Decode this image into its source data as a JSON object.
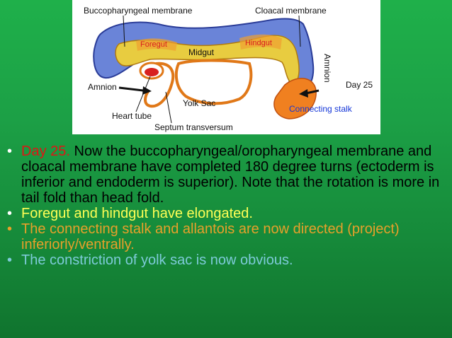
{
  "figure": {
    "labels": {
      "buccopharyngeal": "Buccopharyngeal membrane",
      "cloacal": "Cloacal membrane",
      "foregut": "Foregut",
      "midgut": "Midgut",
      "hindgut": "Hindgut",
      "amnion_left": "Amnion",
      "amnion_right": "Amnion",
      "day": "Day 25",
      "yolk_sac": "Yolk Sac",
      "heart_tube": "Heart tube",
      "connecting_stalk": "Connecting stalk",
      "septum": "Septum transversum"
    }
  },
  "bullets": {
    "b1": {
      "dot": "•",
      "lead": "Day 25.",
      "text": " Now the buccopharyngeal/oropharyngeal membrane and cloacal membrane have completed 180 degree turns (ectoderm is inferior and endoderm is superior). Note that the rotation is more in tail fold than head fold."
    },
    "b2": {
      "dot": "•",
      "text": "Foregut and hindgut have elongated."
    },
    "b3": {
      "dot": "•",
      "text": "The connecting stalk and allantois are now directed (project) inferiorly/ventrally."
    },
    "b4": {
      "dot": "•",
      "text": "The constriction of yolk sac is now obvious."
    }
  },
  "colors": {
    "background": "#1ca046",
    "lead": "#e01515",
    "b2": "#ffff55",
    "b3": "#e8a02a",
    "b4": "#7ecbd9"
  }
}
